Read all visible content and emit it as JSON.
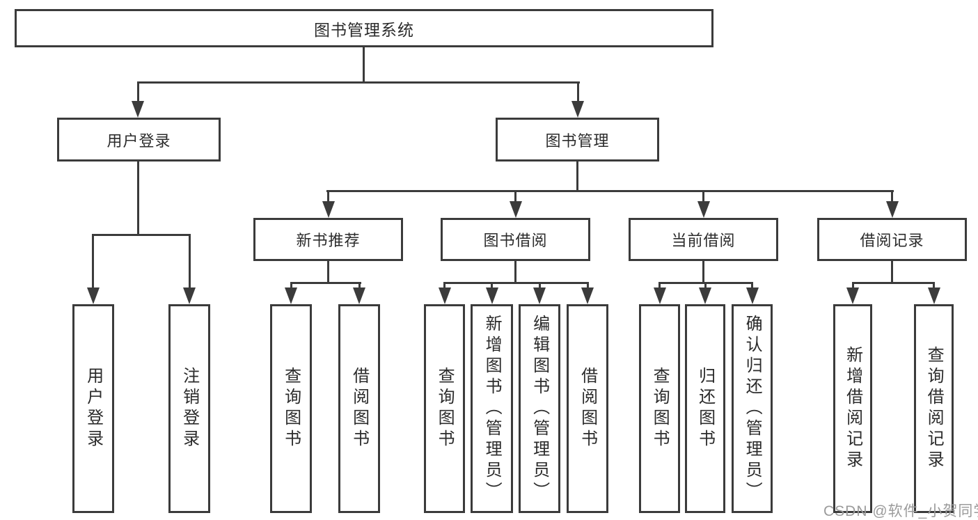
{
  "diagram": {
    "root": {
      "label": "图书管理系统"
    },
    "branches": [
      {
        "label": "用户登录"
      },
      {
        "label": "图书管理"
      }
    ],
    "modules": [
      {
        "label": "新书推荐"
      },
      {
        "label": "图书借阅"
      },
      {
        "label": "当前借阅"
      },
      {
        "label": "借阅记录"
      }
    ],
    "leaves": {
      "user": [
        {
          "label": "用户登录"
        },
        {
          "label": "注销登录"
        }
      ],
      "new_books": [
        {
          "label": "查询图书"
        },
        {
          "label": "借阅图书"
        }
      ],
      "book_borrow": [
        {
          "label": "查询图书"
        },
        {
          "label": "新增图书（管理员）"
        },
        {
          "label": "编辑图书（管理员）"
        },
        {
          "label": "借阅图书"
        }
      ],
      "current_borrow": [
        {
          "label": "查询图书"
        },
        {
          "label": "归还图书"
        },
        {
          "label": "确认归还（管理员）"
        }
      ],
      "borrow_records": [
        {
          "label": "新增借阅记录"
        },
        {
          "label": "查询借阅记录"
        }
      ]
    }
  },
  "watermark": {
    "text": "CSDN @软件_小贺同学"
  },
  "colors": {
    "line": "#3b3b3b",
    "text": "#2b2b2b",
    "background": "#ffffff",
    "watermark": "#9b9b9b"
  }
}
